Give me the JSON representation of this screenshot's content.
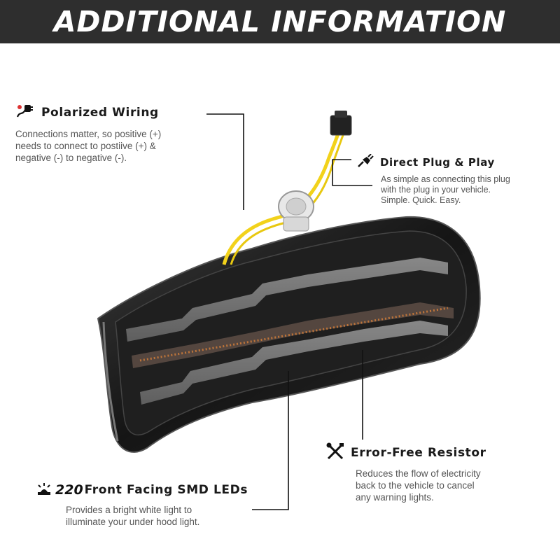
{
  "header": {
    "title": "ADDITIONAL INFORMATION"
  },
  "features": {
    "polarized": {
      "icon": "plug-wire-icon",
      "title": "Polarized Wiring",
      "desc": [
        "Connections matter, so positive (+)",
        "needs to connect to postiive (+) &",
        "negative (-) to negative (-)."
      ]
    },
    "plug": {
      "icon": "plug-icon",
      "title": "Direct Plug & Play",
      "desc": [
        "As simple as connecting this plug",
        "with the plug in your vehicle.",
        "Simple. Quick. Easy."
      ]
    },
    "resistor": {
      "icon": "wrench-screwdriver-icon",
      "title": "Error-Free Resistor",
      "desc": [
        "Reduces the flow of electricity",
        "back to the vehicle to cancel",
        "any warning lights."
      ]
    },
    "leds": {
      "icon": "light-icon",
      "count": "220",
      "title": "Front Facing SMD LEDs",
      "desc": [
        "Provides a bright white light to",
        "illuminate your under hood light."
      ]
    }
  },
  "colors": {
    "banner": "#2e2e2e",
    "wire": "#f2d21b",
    "amber": "#c97a3a",
    "housing": "#1c1c1c"
  }
}
